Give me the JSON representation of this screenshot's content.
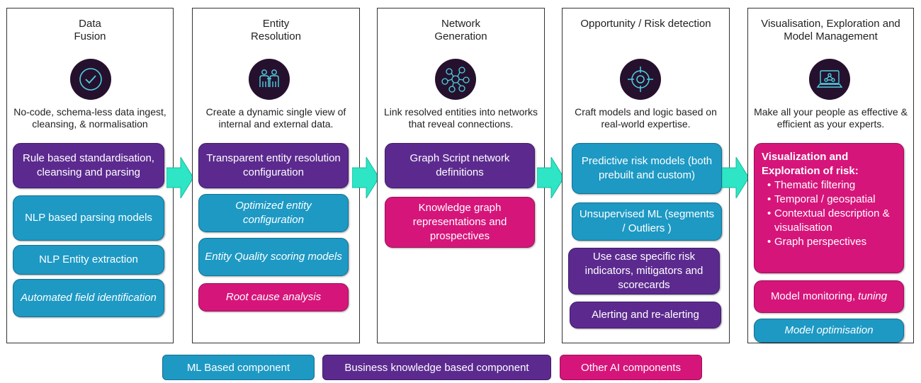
{
  "columns": [
    {
      "title_line1": "Data",
      "title_line2": "Fusion",
      "icon": "checkmark-circle-icon",
      "desc": "No-code, schema-less data ingest, cleansing, & normalisation",
      "boxes": [
        {
          "label": "Rule based standardisation, cleansing and parsing",
          "kind": "biz"
        },
        {
          "label": "NLP based parsing models",
          "kind": "ml"
        },
        {
          "label": "NLP Entity extraction",
          "kind": "ml"
        },
        {
          "label": "Automated field identification",
          "kind": "ml",
          "italic": true
        }
      ]
    },
    {
      "title_line1": "Entity",
      "title_line2": "Resolution",
      "icon": "people-icon",
      "desc": "Create a dynamic single view of internal and external data.",
      "boxes": [
        {
          "label": "Transparent entity resolution configuration",
          "kind": "biz"
        },
        {
          "label": "Optimized entity configuration",
          "kind": "ml",
          "italic": true
        },
        {
          "label": "Entity Quality scoring models",
          "kind": "ml",
          "italic": true
        },
        {
          "label": "Root cause analysis",
          "kind": "ai",
          "italic": true
        }
      ]
    },
    {
      "title_line1": "Network",
      "title_line2": "Generation",
      "icon": "network-icon",
      "desc": "Link resolved entities into networks that reveal connections.",
      "boxes": [
        {
          "label": "Graph Script network definitions",
          "kind": "biz"
        },
        {
          "label": "Knowledge graph representations and prospectives",
          "kind": "ai"
        }
      ]
    },
    {
      "title_line1": "Opportunity / Risk detection",
      "title_line2": "",
      "icon": "target-icon",
      "desc": "Craft models and logic based on real-world expertise.",
      "boxes": [
        {
          "label": "Predictive risk models (both prebuilt and custom)",
          "kind": "ml"
        },
        {
          "label": "Unsupervised ML (segments / Outliers )",
          "kind": "ml"
        },
        {
          "label": "Use case specific risk indicators, mitigators and scorecards",
          "kind": "biz"
        },
        {
          "label": "Alerting and re-alerting",
          "kind": "biz"
        }
      ]
    },
    {
      "title_line1": "Visualisation, Exploration and",
      "title_line2": "Model Management",
      "icon": "laptop-network-icon",
      "desc": "Make all your people as effective & efficient as your experts.",
      "big_box": {
        "heading": "Visualization and Exploration of risk:",
        "bullets": [
          "Thematic filtering",
          "Temporal / geospatial",
          "Contextual description & visualisation",
          "Graph perspectives"
        ]
      },
      "boxes": [
        {
          "label_plain": "Model monitoring, ",
          "label_italic": "tuning",
          "kind": "ai"
        },
        {
          "label": "Model optimisation",
          "kind": "ml",
          "italic": true
        }
      ]
    }
  ],
  "legend": [
    {
      "label": "ML Based component",
      "kind": "ml"
    },
    {
      "label": "Business knowledge based component",
      "kind": "biz"
    },
    {
      "label": "Other AI components",
      "kind": "ai"
    }
  ],
  "colors": {
    "ml": "#1d99c4",
    "biz": "#5c2a8f",
    "ai": "#d6157b",
    "arrow": "#2ee6c5",
    "icon_bg": "#25112e"
  }
}
